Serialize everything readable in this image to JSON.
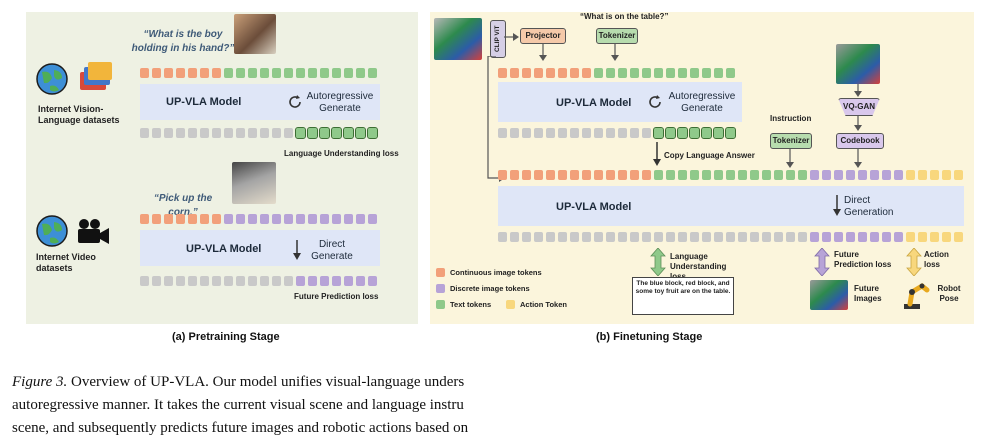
{
  "pretraining": {
    "quote1": "“What is the boy holding in his hand?”",
    "dataset1": "Internet Vision-Language datasets",
    "model_label": "UP-VLA Model",
    "gen1": "Autoregressive Generate",
    "loss1": "Language Understanding loss",
    "quote2": "“Pick up the corn.”",
    "dataset2": "Internet Video datasets",
    "model_label2": "UP-VLA Model",
    "gen2": "Direct Generate",
    "loss2": "Future Prediction loss",
    "caption": "(a) Pretraining Stage"
  },
  "finetuning": {
    "clip": "CLIP ViT",
    "projector": "Projector",
    "question": "“What is on the table?”",
    "tokenizer": "Tokenizer",
    "model_label": "UP-VLA Model",
    "gen1": "Autoregressive Generate",
    "copy": "Copy Language Answer",
    "instruction": "Instruction",
    "tokenizer2": "Tokenizer",
    "vqgan": "VQ-GAN",
    "codebook": "Codebook",
    "model_label2": "UP-VLA Model",
    "gen2": "Direct Generation",
    "lang_loss": "Language Understanding loss",
    "answer": "The blue block, red block, and some toy fruit are on the table.",
    "future_loss": "Future Prediction loss",
    "action_loss": "Action loss",
    "future_images": "Future Images",
    "robot_pose": "Robot Pose",
    "legend": {
      "continuous": "Continuous image tokens",
      "discrete": "Discrete image tokens",
      "text": "Text tokens",
      "action": "Action Token"
    },
    "caption": "(b) Finetuning Stage"
  },
  "figure_caption": {
    "label": "Figure 3.",
    "line1": "Overview of UP-VLA. Our model unifies visual-language unders",
    "line2": "autoregressive manner. It takes the current visual scene and language instru",
    "line3": "scene, and subsequently predicts future images and robotic actions based on"
  },
  "colors": {
    "continuous": "#f2a07a",
    "discrete": "#b7a3d7",
    "text": "#8fc98a",
    "action": "#f8d77d",
    "gray": "#c9c9c9",
    "band": "#dfe6f7"
  }
}
